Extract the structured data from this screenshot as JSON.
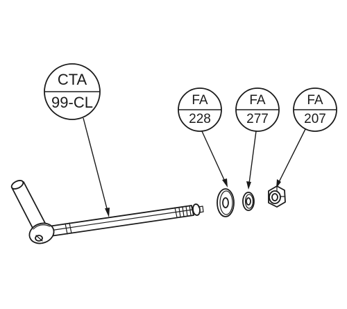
{
  "callouts": [
    {
      "id": "cta",
      "top": "CTA",
      "bottom": "99-CL"
    },
    {
      "id": "fa228",
      "top": "FA",
      "bottom": "228"
    },
    {
      "id": "fa277",
      "top": "FA",
      "bottom": "277"
    },
    {
      "id": "fa207",
      "top": "FA",
      "bottom": "207"
    }
  ],
  "colors": {
    "line": "#1a1a1a",
    "background": "#ffffff"
  }
}
